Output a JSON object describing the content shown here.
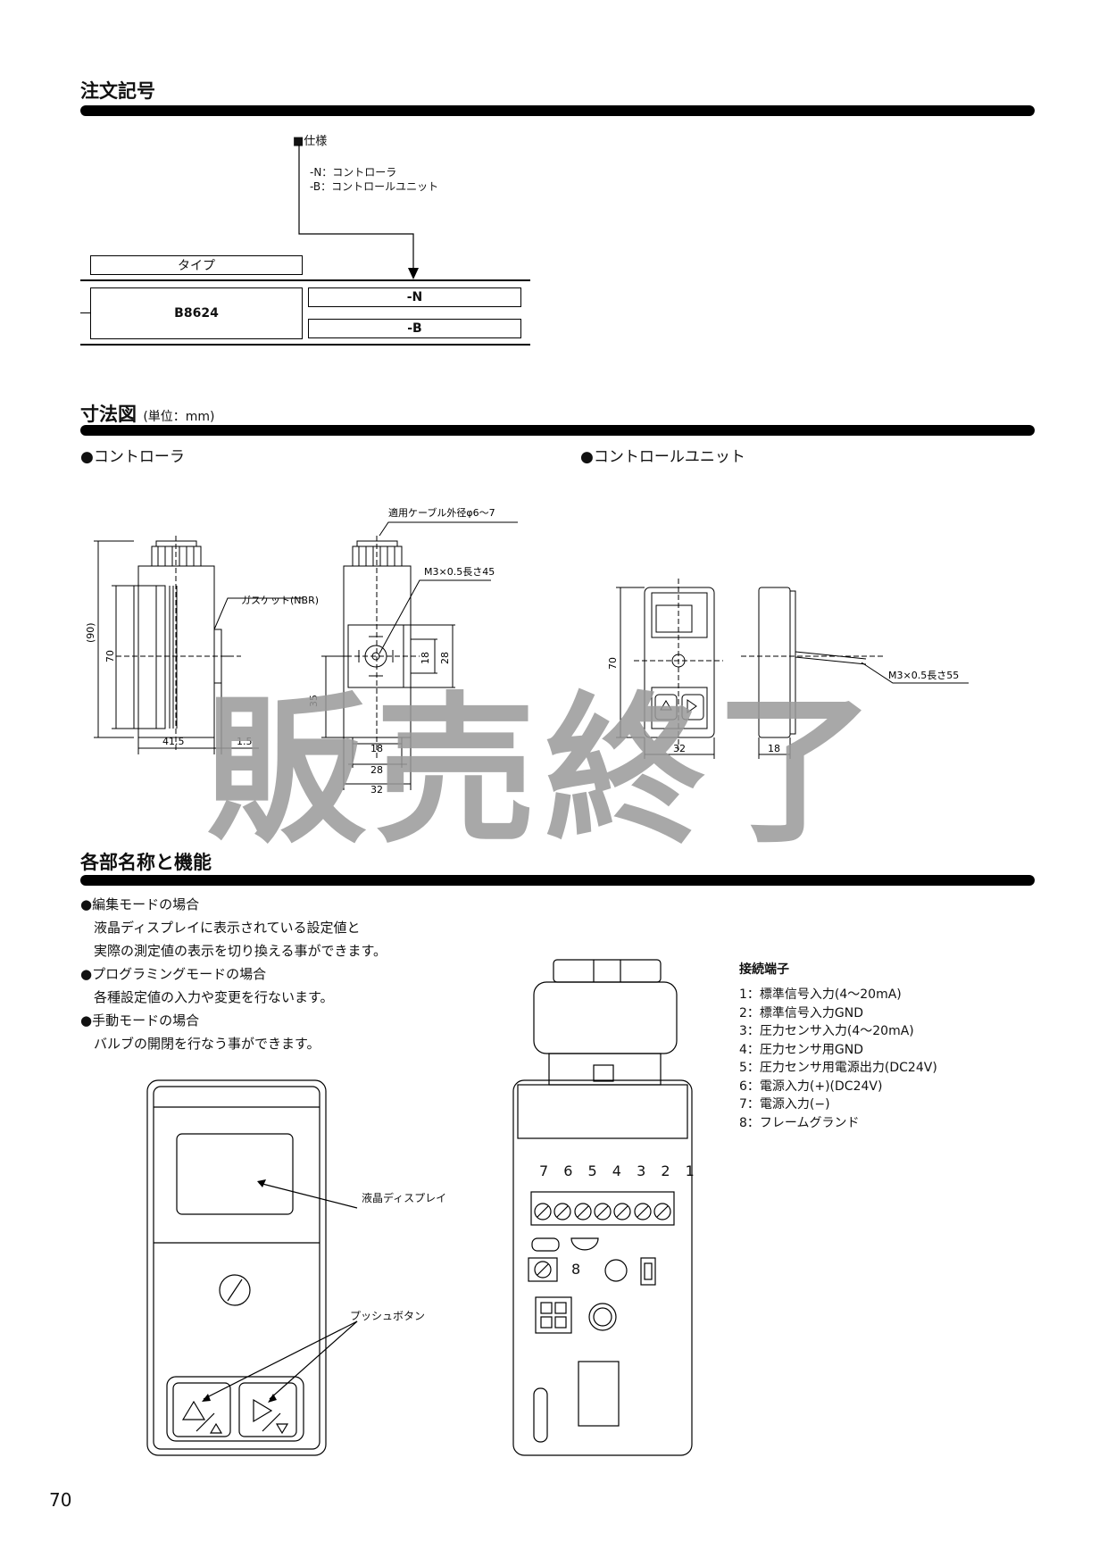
{
  "order": {
    "title": "注文記号",
    "spec_label": "■仕様",
    "spec_n": "-N：コントローラ",
    "spec_b": "-B：コントロールユニット",
    "type_header": "タイプ",
    "model": "B8624",
    "opt_n": "-N",
    "opt_b": "-B"
  },
  "dims": {
    "title": "寸法図",
    "unit": "(単位：mm)",
    "controller_label": "●コントローラ",
    "unit_label": "●コントロールユニット",
    "callouts": {
      "cable": "適用ケーブル外径φ6〜7",
      "gasket": "ガスケット(NBR)",
      "m3_45": "M3×0.5長さ45",
      "m3_55": "M3×0.5長さ55"
    },
    "values": {
      "d90": "(90)",
      "d70": "70",
      "d41_5": "41.5",
      "d1_5": "1.5",
      "d18": "18",
      "d28": "28",
      "d35": "35",
      "d32": "32",
      "u70": "70",
      "u32": "32",
      "u18": "18"
    }
  },
  "watermark": "販売終了",
  "parts": {
    "title": "各部名称と機能",
    "items": [
      {
        "head": "●編集モードの場合",
        "lines": [
          "液晶ディスプレイに表示されている設定値と",
          "実際の測定値の表示を切り換える事ができます。"
        ]
      },
      {
        "head": "●プログラミングモードの場合",
        "lines": [
          "各種設定値の入力や変更を行ないます。"
        ]
      },
      {
        "head": "●手動モードの場合",
        "lines": [
          "バルブの開閉を行なう事ができます。"
        ]
      }
    ],
    "lcd_label": "液晶ディスプレイ",
    "push_label": "プッシュボタン",
    "terminal_numbers": "7 6 5 4 3 2 1",
    "terminal_8": "8",
    "terminals_title": "接続端子",
    "terminals": [
      "1：標準信号入力(4〜20mA)",
      "2：標準信号入力GND",
      "3：圧力センサ入力(4〜20mA)",
      "4：圧力センサ用GND",
      "5：圧力センサ用電源出力(DC24V)",
      "6：電源入力(+)(DC24V)",
      "7：電源入力(−)",
      "8：フレームグランド"
    ]
  },
  "page_number": "70"
}
